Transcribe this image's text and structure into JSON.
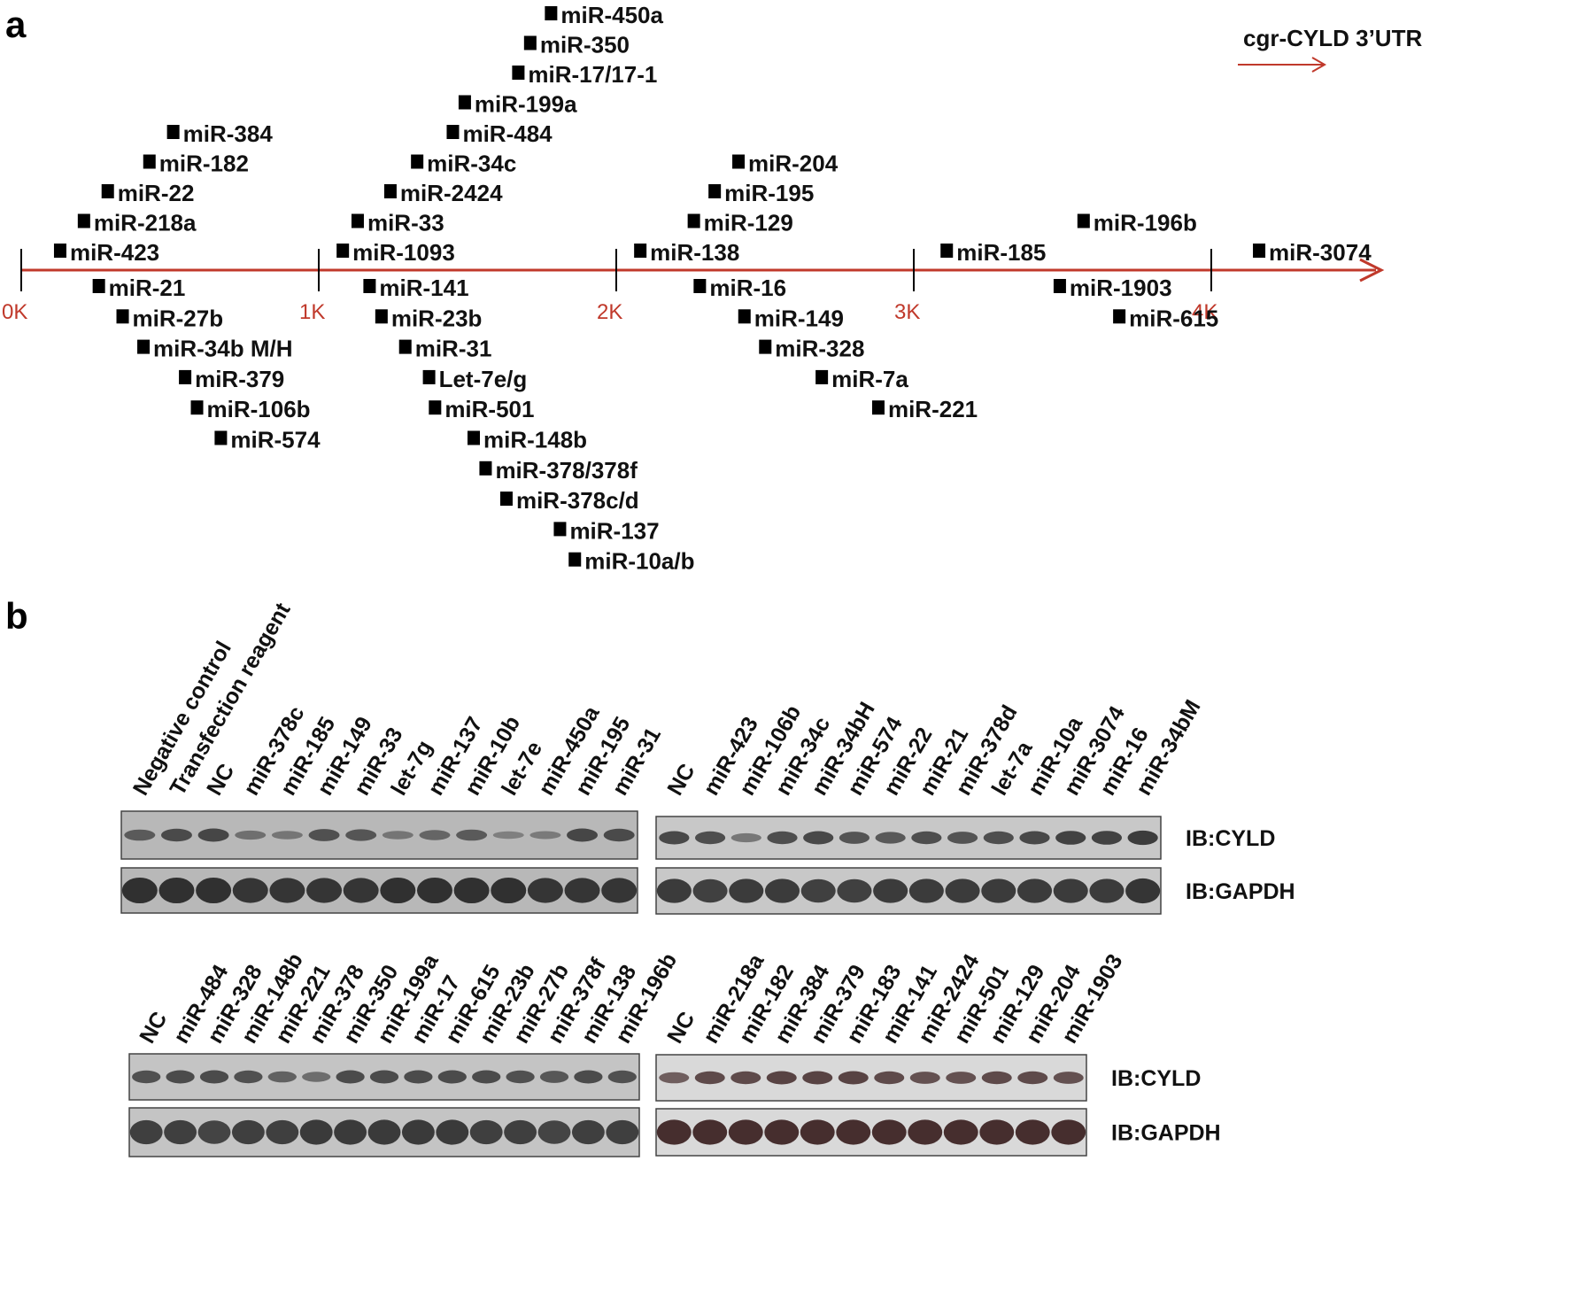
{
  "panel_a": {
    "letter": "a",
    "title": "cgr-CYLD 3’UTR",
    "axis_ticks": [
      "0K",
      "1K",
      "2K",
      "3K",
      "4K"
    ],
    "above_sites": [
      {
        "label": "miR-423",
        "pos_k": 0.11,
        "row": 1
      },
      {
        "label": "miR-218a",
        "pos_k": 0.19,
        "row": 2
      },
      {
        "label": "miR-22",
        "pos_k": 0.27,
        "row": 3
      },
      {
        "label": "miR-182",
        "pos_k": 0.41,
        "row": 4
      },
      {
        "label": "miR-384",
        "pos_k": 0.49,
        "row": 5
      },
      {
        "label": "miR-1093",
        "pos_k": 1.06,
        "row": 1
      },
      {
        "label": "miR-33",
        "pos_k": 1.11,
        "row": 2
      },
      {
        "label": "miR-2424",
        "pos_k": 1.22,
        "row": 3
      },
      {
        "label": "miR-34c",
        "pos_k": 1.31,
        "row": 4
      },
      {
        "label": "miR-484",
        "pos_k": 1.43,
        "row": 5
      },
      {
        "label": "miR-199a",
        "pos_k": 1.47,
        "row": 6
      },
      {
        "label": "miR-17/17-1",
        "pos_k": 1.65,
        "row": 7
      },
      {
        "label": "miR-350",
        "pos_k": 1.69,
        "row": 8
      },
      {
        "label": "miR-450a",
        "pos_k": 1.76,
        "row": 9
      },
      {
        "label": "miR-138",
        "pos_k": 2.06,
        "row": 1
      },
      {
        "label": "miR-129",
        "pos_k": 2.24,
        "row": 2
      },
      {
        "label": "miR-195",
        "pos_k": 2.31,
        "row": 3
      },
      {
        "label": "miR-204",
        "pos_k": 2.39,
        "row": 4
      },
      {
        "label": "miR-185",
        "pos_k": 3.09,
        "row": 1
      },
      {
        "label": "miR-196b",
        "pos_k": 3.55,
        "row": 2
      },
      {
        "label": "miR-3074",
        "pos_k": 4.14,
        "row": 1
      }
    ],
    "below_sites": [
      {
        "label": "miR-21",
        "pos_k": 0.24,
        "row": 1
      },
      {
        "label": "miR-27b",
        "pos_k": 0.32,
        "row": 2
      },
      {
        "label": "miR-34b M/H",
        "pos_k": 0.39,
        "row": 3
      },
      {
        "label": "miR-379",
        "pos_k": 0.53,
        "row": 4
      },
      {
        "label": "miR-106b",
        "pos_k": 0.57,
        "row": 5
      },
      {
        "label": "miR-574",
        "pos_k": 0.65,
        "row": 6
      },
      {
        "label": "miR-141",
        "pos_k": 1.15,
        "row": 1
      },
      {
        "label": "miR-23b",
        "pos_k": 1.19,
        "row": 2
      },
      {
        "label": "miR-31",
        "pos_k": 1.27,
        "row": 3
      },
      {
        "label": "Let-7e/g",
        "pos_k": 1.35,
        "row": 4
      },
      {
        "label": "miR-501",
        "pos_k": 1.37,
        "row": 5
      },
      {
        "label": "miR-148b",
        "pos_k": 1.5,
        "row": 6
      },
      {
        "label": "miR-378/378f",
        "pos_k": 1.54,
        "row": 7
      },
      {
        "label": "miR-378c/d",
        "pos_k": 1.61,
        "row": 8
      },
      {
        "label": "miR-137",
        "pos_k": 1.79,
        "row": 9
      },
      {
        "label": "miR-10a/b",
        "pos_k": 1.84,
        "row": 10
      },
      {
        "label": "miR-16",
        "pos_k": 2.26,
        "row": 1
      },
      {
        "label": "miR-149",
        "pos_k": 2.41,
        "row": 2
      },
      {
        "label": "miR-328",
        "pos_k": 2.48,
        "row": 3
      },
      {
        "label": "miR-7a",
        "pos_k": 2.67,
        "row": 4
      },
      {
        "label": "miR-221",
        "pos_k": 2.86,
        "row": 5
      },
      {
        "label": "miR-1903",
        "pos_k": 3.47,
        "row": 1
      },
      {
        "label": "miR-615",
        "pos_k": 3.67,
        "row": 2
      }
    ]
  },
  "panel_b": {
    "letter": "b",
    "ib_cyld": "IB:CYLD",
    "ib_gapdh": "IB:GAPDH",
    "highlight_color": "#c0272d",
    "blots": [
      {
        "lanes": [
          "Negative control",
          "Transfection reagent",
          "NC",
          "miR-378c",
          "miR-185",
          "miR-149",
          "miR-33",
          "let-7g",
          "miR-137",
          "miR-10b",
          "let-7e",
          "miR-450a",
          "miR-195",
          "miR-31"
        ],
        "highlight": [
          3,
          4,
          7,
          8,
          10,
          11
        ],
        "cyld_intensity": [
          0.55,
          0.7,
          0.75,
          0.35,
          0.3,
          0.65,
          0.6,
          0.3,
          0.45,
          0.55,
          0.2,
          0.25,
          0.75,
          0.7
        ],
        "gapdh_intensity": [
          0.95,
          0.95,
          0.95,
          0.9,
          0.9,
          0.9,
          0.9,
          0.95,
          0.95,
          0.95,
          0.95,
          0.9,
          0.9,
          0.9
        ]
      },
      {
        "lanes": [
          "NC",
          "miR-423",
          "miR-106b",
          "miR-34c",
          "miR-34bH",
          "miR-574",
          "miR-22",
          "miR-21",
          "miR-378d",
          "let-7a",
          "miR-10a",
          "miR-3074",
          "miR-16",
          "miR-34bM"
        ],
        "highlight": [
          2
        ],
        "cyld_intensity": [
          0.75,
          0.7,
          0.35,
          0.7,
          0.75,
          0.65,
          0.6,
          0.7,
          0.65,
          0.7,
          0.75,
          0.8,
          0.8,
          0.85
        ],
        "gapdh_intensity": [
          0.85,
          0.8,
          0.85,
          0.85,
          0.8,
          0.8,
          0.85,
          0.85,
          0.85,
          0.85,
          0.85,
          0.85,
          0.85,
          0.9
        ]
      },
      {
        "lanes": [
          "NC",
          "miR-484",
          "miR-328",
          "miR-148b",
          "miR-221",
          "miR-378",
          "miR-350",
          "miR-199a",
          "miR-17",
          "miR-615",
          "miR-23b",
          "miR-27b",
          "miR-378f",
          "miR-138",
          "miR-196b"
        ],
        "highlight": [],
        "cyld_intensity": [
          0.7,
          0.75,
          0.75,
          0.7,
          0.55,
          0.45,
          0.75,
          0.75,
          0.75,
          0.75,
          0.75,
          0.7,
          0.65,
          0.75,
          0.7
        ],
        "gapdh_intensity": [
          0.85,
          0.85,
          0.8,
          0.85,
          0.85,
          0.9,
          0.9,
          0.9,
          0.9,
          0.9,
          0.85,
          0.85,
          0.8,
          0.85,
          0.85
        ]
      },
      {
        "lanes": [
          "NC",
          "miR-218a",
          "miR-182",
          "miR-384",
          "miR-379",
          "miR-183",
          "miR-141",
          "miR-2424",
          "miR-501",
          "miR-129",
          "miR-204",
          "miR-1903"
        ],
        "highlight": [],
        "cyld_intensity": [
          0.55,
          0.7,
          0.7,
          0.75,
          0.75,
          0.75,
          0.7,
          0.65,
          0.65,
          0.7,
          0.7,
          0.65
        ],
        "gapdh_intensity": [
          0.9,
          0.9,
          0.9,
          0.9,
          0.9,
          0.9,
          0.9,
          0.9,
          0.9,
          0.9,
          0.9,
          0.9
        ]
      }
    ]
  }
}
